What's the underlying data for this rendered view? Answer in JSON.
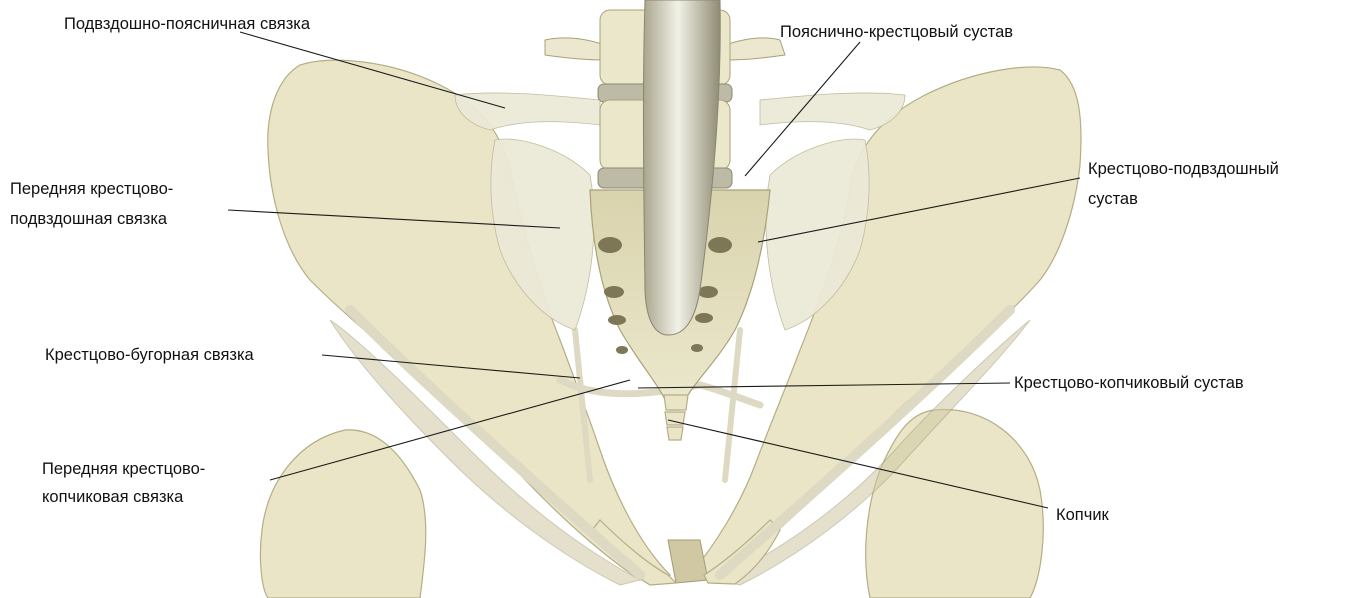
{
  "labels": {
    "iliolumbar": "Подвздошно-поясничная связка",
    "lumbosacral": "Пояснично-крестцовый сустав",
    "ant_sacroiliac_1": "Передняя крестцово-",
    "ant_sacroiliac_2": "подвздошная связка",
    "sacroiliac_joint_1": "Крестцово-подвздошный",
    "sacroiliac_joint_2": "сустав",
    "sacrotuberous": "Крестцово-бугорная связка",
    "sacrococcygeal_joint": "Крестцово-копчиковый сустав",
    "ant_sacrococcygeal_1": "Передняя крестцово-",
    "ant_sacrococcygeal_2": "копчиковая связка",
    "coccyx": "Копчик"
  },
  "colors": {
    "bone": "#e9e5c6",
    "bone_shadow": "#cfc8a2",
    "ligament": "#ece9d6",
    "leader": "#1a1a1a"
  }
}
